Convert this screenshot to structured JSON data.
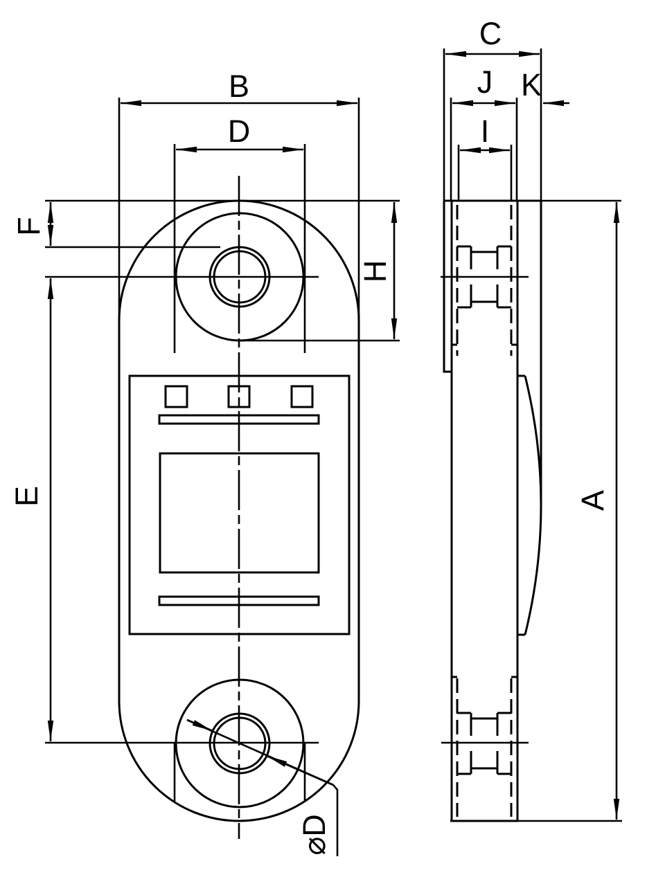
{
  "drawing": {
    "title": "Dynamometer load link - dimensional drawing (front and side views)",
    "labels": {
      "B": "B",
      "D": "D",
      "F": "F",
      "E": "E",
      "H": "H",
      "phiD": "⌀D",
      "C": "C",
      "J": "J",
      "K": "K",
      "I": "I",
      "A": "A"
    },
    "colors": {
      "line": "#000000",
      "background": "#ffffff"
    }
  }
}
